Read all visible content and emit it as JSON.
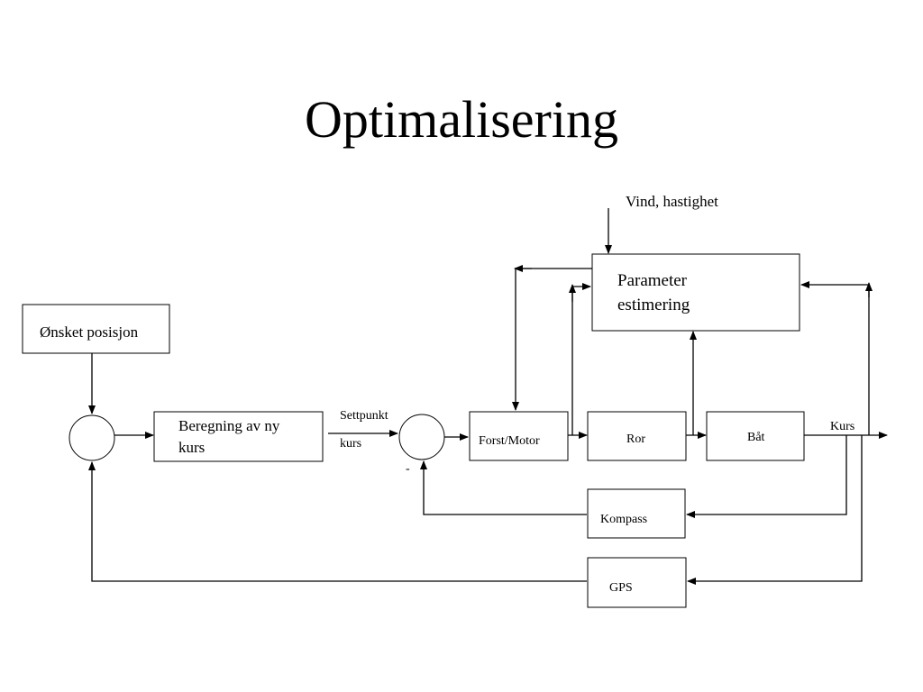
{
  "title": "Optimalisering",
  "blocks": {
    "onsket_posisjon": "Ønsket posisjon",
    "beregning_line1": "Beregning av ny",
    "beregning_line2": "kurs",
    "forst_motor": "Forst/Motor",
    "ror": "Ror",
    "bat": "Båt",
    "kompass": "Kompass",
    "gps": "GPS",
    "parameter_line1": "Parameter",
    "parameter_line2": "estimering"
  },
  "labels": {
    "settpunkt": "Settpunkt",
    "kurs_setpoint": "kurs",
    "minus_sign": "-",
    "kurs_output": "Kurs",
    "vind_hastighet": "Vind, hastighet"
  }
}
